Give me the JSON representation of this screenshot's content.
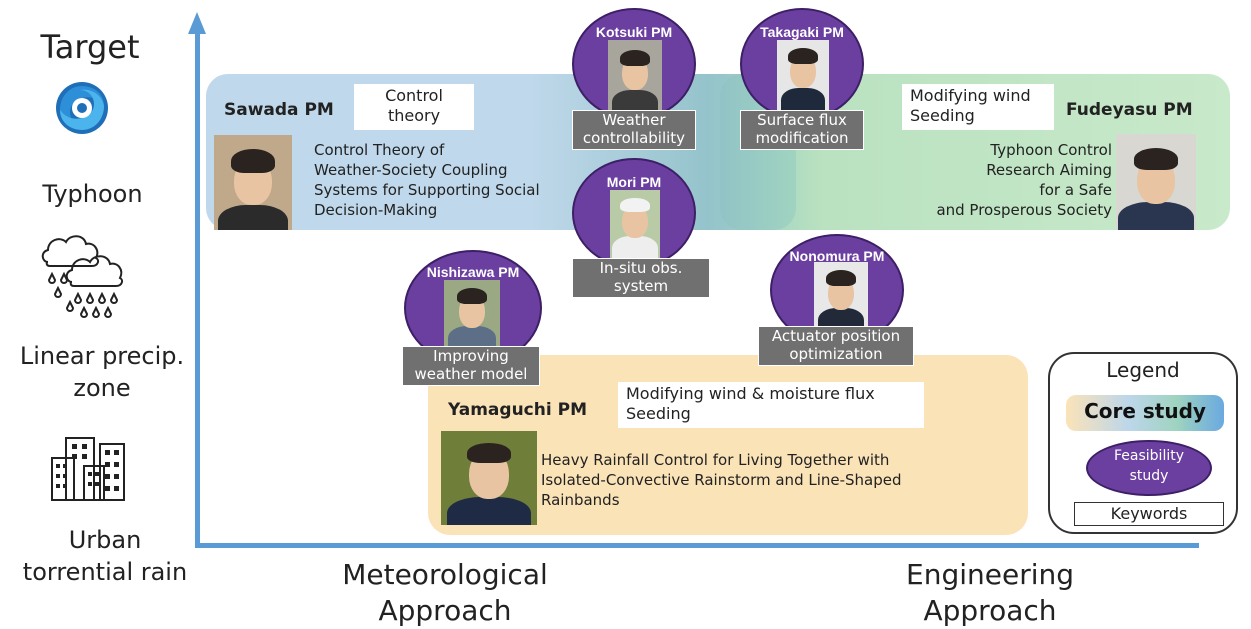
{
  "targets": {
    "title": "Target",
    "typhoon": "Typhoon",
    "linear_line1": "Linear precip.",
    "linear_line2": "zone",
    "urban_line1": "Urban",
    "urban_line2": "torrential rain"
  },
  "axis": {
    "meteorological_line1": "Meteorological",
    "meteorological_line2": "Approach",
    "engineering_line1": "Engineering",
    "engineering_line2": "Approach"
  },
  "core_studies": {
    "sawada": {
      "name": "Sawada PM",
      "keyword_line1": "Control",
      "keyword_line2": "theory",
      "title_lines": [
        "Control Theory of",
        "Weather-Society Coupling",
        "Systems for Supporting Social",
        "Decision-Making"
      ]
    },
    "fudeyasu": {
      "name": "Fudeyasu PM",
      "keyword_line1": "Modifying wind",
      "keyword_line2": "Seeding",
      "title_lines": [
        "Typhoon Control",
        "Research Aiming",
        "for a Safe",
        "and Prosperous Society"
      ]
    },
    "yamaguchi": {
      "name": "Yamaguchi PM",
      "keyword_line1": "Modifying wind & moisture flux",
      "keyword_line2": "Seeding",
      "title_lines": [
        "Heavy Rainfall Control for Living Together with",
        "Isolated-Convective Rainstorm and Line-Shaped",
        "Rainbands"
      ]
    }
  },
  "feasibility_studies": {
    "kotsuki": {
      "name": "Kotsuki PM",
      "kw1": "Weather",
      "kw2": "controllability"
    },
    "takagaki": {
      "name": "Takagaki PM",
      "kw1": "Surface flux",
      "kw2": "modification"
    },
    "mori": {
      "name": "Mori PM",
      "kw1": "In-situ obs.",
      "kw2": "system"
    },
    "nishizawa": {
      "name": "Nishizawa PM",
      "kw1": "Improving",
      "kw2": "weather model"
    },
    "nonomura": {
      "name": "Nonomura PM",
      "kw1": "Actuator position",
      "kw2": "optimization"
    }
  },
  "legend": {
    "title": "Legend",
    "core": "Core study",
    "feasibility_line1": "Feasibility",
    "feasibility_line2": "study",
    "keywords": "Keywords"
  },
  "colors": {
    "axis": "#5b9bd5",
    "core_blue": "#bcd6ea",
    "core_green": "#c5e8c7",
    "core_orange": "#fbe3b8",
    "feasibility_purple": "#6b3fa0",
    "keyword_gray": "#707070"
  },
  "icons": [
    "typhoon-icon",
    "rain-cloud-icon",
    "buildings-icon"
  ]
}
